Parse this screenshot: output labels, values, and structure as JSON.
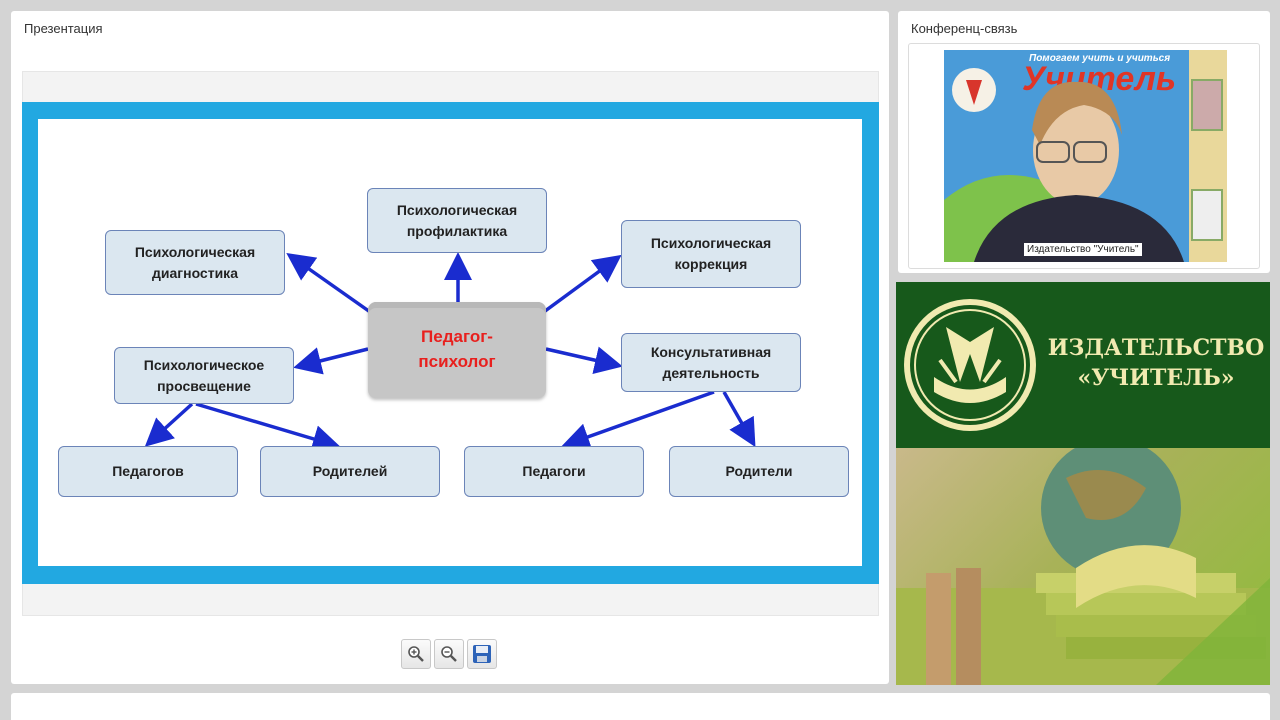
{
  "presentation": {
    "title": "Презентация",
    "diagram": {
      "center": "Педагог-психолог",
      "nodes": {
        "diagnostics": "Психологическая диагностика",
        "prevention": "Психологическая профилактика",
        "correction": "Психологическая коррекция",
        "education": "Психологическое просвещение",
        "consulting": "Консультативная деятельность",
        "teachers_gen": "Педагогов",
        "parents_gen": "Родителей",
        "teachers": "Педагоги",
        "parents": "Родители"
      }
    },
    "toolbar": {
      "zoom_in": "zoom-in-icon",
      "zoom_out": "zoom-out-icon",
      "save": "save-icon"
    }
  },
  "conference": {
    "title": "Конференц-связь",
    "video_caption": "Издательство \"Учитель\"",
    "backdrop_top": "Помогаем учить и учиться",
    "backdrop_brand": "Учитель"
  },
  "banner": {
    "publisher_line1": "ИЗДАТЕЛЬСТВО",
    "publisher_line2": "«УЧИТЕЛЬ»"
  },
  "colors": {
    "slide_frame": "#22a8e1",
    "node_fill": "#dbe7f0",
    "node_border": "#6b84b8",
    "arrow": "#1a2ccf",
    "center_text": "#e8201e",
    "banner_green": "#17591b"
  }
}
